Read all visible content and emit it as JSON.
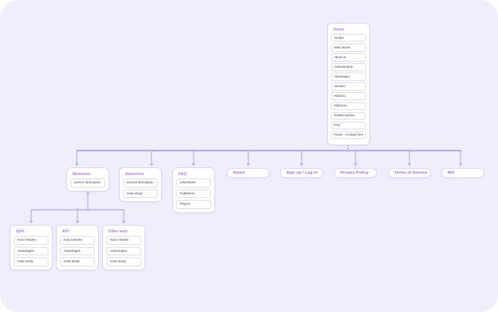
{
  "diagram": {
    "type": "sitemap",
    "title": "Website sitemap",
    "colors": {
      "canvas_background": "#f1eefb",
      "node_background": "#ffffff",
      "node_border": "#ddd2f5",
      "title_accent": "#b06cf0",
      "connector": "#9f93ea",
      "item_text": "#3b3550"
    },
    "root": {
      "label": "Home",
      "items": [
        "Header",
        "Main banner",
        "About us",
        "Achievements",
        "Advantages",
        "Services",
        "Partners",
        "Platforms",
        "Related articles",
        "FAQ",
        "Footer + Contact form"
      ]
    },
    "level2": [
      {
        "label": "Monetise",
        "type": "group",
        "items": [
          "Service description"
        ]
      },
      {
        "label": "Advertise",
        "type": "group",
        "items": [
          "Service description",
          "Case study"
        ]
      },
      {
        "label": "FAQ",
        "type": "group",
        "items": [
          "Advertisers",
          "Publishers",
          "Players"
        ]
      },
      {
        "label": "About",
        "type": "pill",
        "items": []
      },
      {
        "label": "Sign up / Log in",
        "type": "pill",
        "items": []
      },
      {
        "label": "Privacy Policy",
        "type": "pill",
        "items": []
      },
      {
        "label": "Terms of Service",
        "type": "pill",
        "items": []
      },
      {
        "label": "404",
        "type": "pill",
        "items": []
      }
    ],
    "level3": [
      {
        "label": "SDK",
        "parent": "Monetise",
        "items": [
          "How it Works",
          "Advantages",
          "Case study"
        ]
      },
      {
        "label": "API",
        "parent": "Monetise",
        "items": [
          "How it Works",
          "Advantages",
          "Case study"
        ]
      },
      {
        "label": "Offer wall",
        "parent": "Monetise",
        "items": [
          "How it Works",
          "Advantages",
          "Case study"
        ]
      }
    ]
  }
}
